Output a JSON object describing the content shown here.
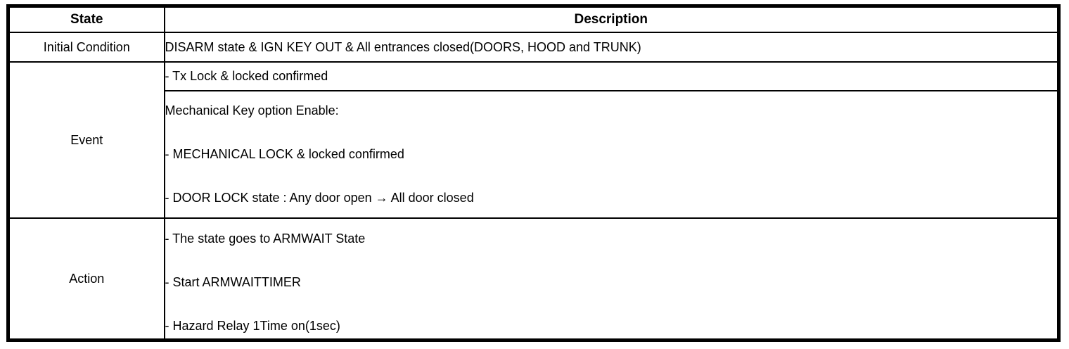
{
  "colors": {
    "border": "#000000",
    "text": "#000000",
    "background": "#ffffff"
  },
  "table": {
    "header": {
      "state": "State",
      "description": "Description"
    },
    "initial_condition": {
      "label": "Initial Condition",
      "description": "DISARM state & IGN KEY OUT & All entrances closed(DOORS, HOOD and TRUNK)"
    },
    "event": {
      "label": "Event",
      "tx_lock_line": "- Tx Lock & locked confirmed",
      "mechanical_key_lines": [
        "Mechanical Key option Enable:",
        "- MECHANICAL LOCK & locked confirmed",
        "- DOOR LOCK state : Any door open → All door closed"
      ]
    },
    "action": {
      "label": "Action",
      "lines": [
        "- The state goes to ARMWAIT State",
        "- Start ARMWAITTIMER",
        "- Hazard Relay 1Time on(1sec)"
      ]
    }
  }
}
